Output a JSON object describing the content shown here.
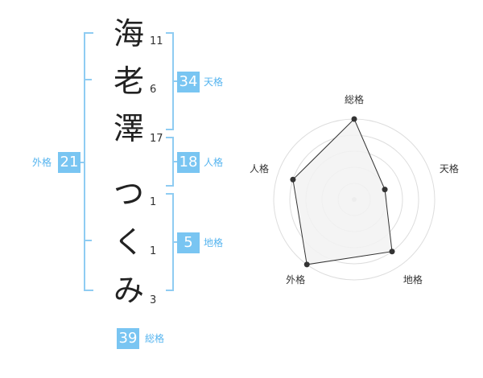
{
  "name": {
    "chars": [
      {
        "char": "海",
        "strokes": "11"
      },
      {
        "char": "老",
        "strokes": "6"
      },
      {
        "char": "澤",
        "strokes": "17"
      },
      {
        "char": "つ",
        "strokes": "1"
      },
      {
        "char": "く",
        "strokes": "1"
      },
      {
        "char": "み",
        "strokes": "3"
      }
    ]
  },
  "groups": {
    "tenkaku": {
      "value": "34",
      "label": "天格"
    },
    "jinkaku": {
      "value": "18",
      "label": "人格"
    },
    "chikaku": {
      "value": "5",
      "label": "地格"
    },
    "gaikaku": {
      "value": "21",
      "label": "外格"
    },
    "soukaku": {
      "value": "39",
      "label": "総格"
    }
  },
  "chart_data": {
    "type": "radar",
    "axes": [
      "総格",
      "天格",
      "地格",
      "外格",
      "人格"
    ],
    "values": [
      5,
      2,
      4,
      5,
      4
    ],
    "max": 5,
    "rings": 5,
    "fill": "#f2f2f2",
    "line": "#333333",
    "grid": "#dddddd"
  },
  "colors": {
    "accent": "#79c5f2",
    "bracket": "#8fccf2"
  }
}
